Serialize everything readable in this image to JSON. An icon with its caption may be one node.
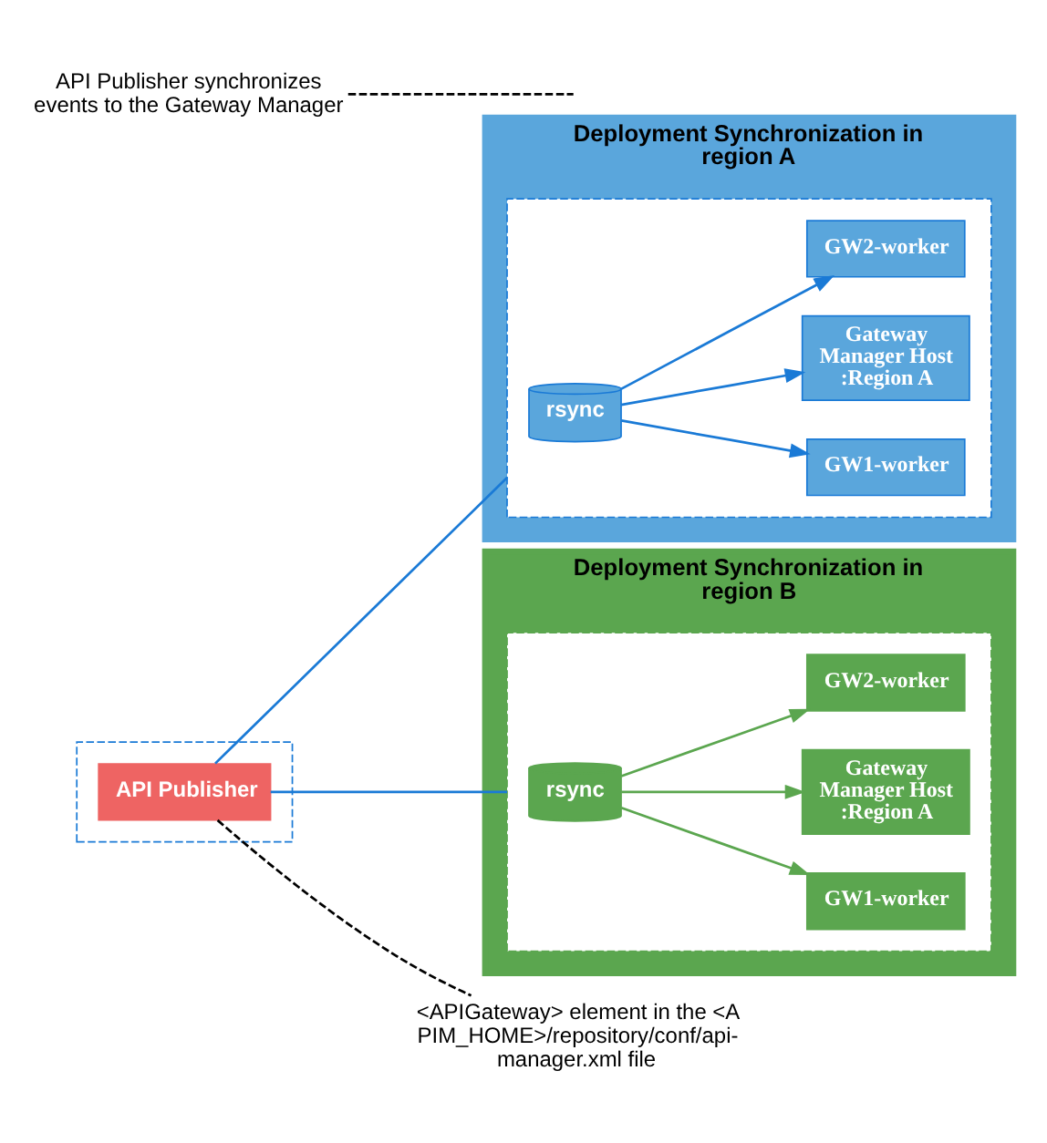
{
  "diagram": {
    "nodes": [
      {
        "text": [
          "Deployment Synchronization in region A"
        ]
      },
      {
        "text": [],
        "shape": "box",
        "in": 0
      },
      {
        "text": [
          "rsync"
        ],
        "in": 1
      },
      {
        "text": [
          "GW1-worker"
        ],
        "in": 1
      },
      {
        "text": [
          "Gateway Manager Host :Region A"
        ],
        "in": 1
      },
      {
        "text": [
          "GW2-worker"
        ],
        "in": 1
      },
      {
        "text": [
          "Deployment Synchronization in region B"
        ]
      },
      {
        "text": [],
        "shape": "box",
        "in": 6
      },
      {
        "text": [
          "rsync"
        ],
        "in": 7
      },
      {
        "text": [
          "GW1-worker"
        ],
        "in": 7
      },
      {
        "text": [
          "Gateway Manager Host :Region A"
        ],
        "in": 7
      },
      {
        "text": [
          "GW2-worker"
        ],
        "in": 7
      },
      {
        "text": [],
        "shape": "box"
      },
      {
        "text": [
          "API Publisher"
        ],
        "in": 12
      },
      {
        "text": [
          "API Publisher synchronizes events to the Gateway Manager"
        ]
      },
      {
        "text": [
          "<APIGateway> element in the <APIM_HOME>/repository/conf/api-manager.xml file"
        ]
      }
    ],
    "edges": [
      {
        "from": 13,
        "to": 1,
        "arrow": "none"
      },
      {
        "from": 13,
        "to": 7,
        "arrow": "none"
      },
      {
        "from": 14,
        "to": null,
        "arrow": "none",
        "style": "dashed",
        "color": "#000000"
      },
      {
        "from": 13,
        "to": 15,
        "arrow": "none",
        "style": "dashed",
        "color": "#000000"
      },
      {
        "from": 2,
        "to": 3,
        "arrow": "to"
      },
      {
        "from": 2,
        "to": 4,
        "arrow": "to"
      },
      {
        "from": 2,
        "to": 5,
        "arrow": "to"
      },
      {
        "from": 8,
        "to": 9,
        "arrow": "to",
        "color": "#5ba64f"
      },
      {
        "from": 8,
        "to": 10,
        "arrow": "to",
        "color": "#5ba64f"
      },
      {
        "from": 8,
        "to": 11,
        "arrow": "to",
        "color": "#5ba64f"
      }
    ]
  }
}
